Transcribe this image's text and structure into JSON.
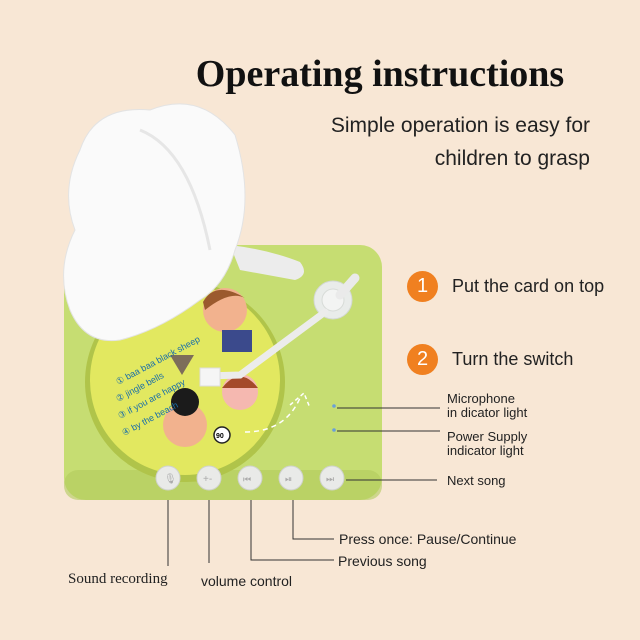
{
  "title": "Operating instructions",
  "subtitle": [
    "Simple operation is easy for",
    "children to grasp"
  ],
  "steps": [
    {
      "number": "1",
      "text": "Put the card on top"
    },
    {
      "number": "2",
      "text": "Turn the switch"
    }
  ],
  "labels": {
    "microphone": [
      "Microphone",
      "in dicator light"
    ],
    "power": [
      "Power Supply",
      "indicator light"
    ],
    "next": "Next song",
    "pause": "Press once: Pause/Continue",
    "previous": "Previous song",
    "recording": "Sound recording",
    "volume": "volume control"
  },
  "card": {
    "songs": [
      "① baa baa black sheep",
      "② jingle bells",
      "③ if you are happy",
      "④ by the beach"
    ],
    "badge": "90"
  },
  "colors": {
    "background": "#f8e7d5",
    "body": "#c6dd72",
    "accent": "#f08020",
    "disc": "#e2e860"
  }
}
